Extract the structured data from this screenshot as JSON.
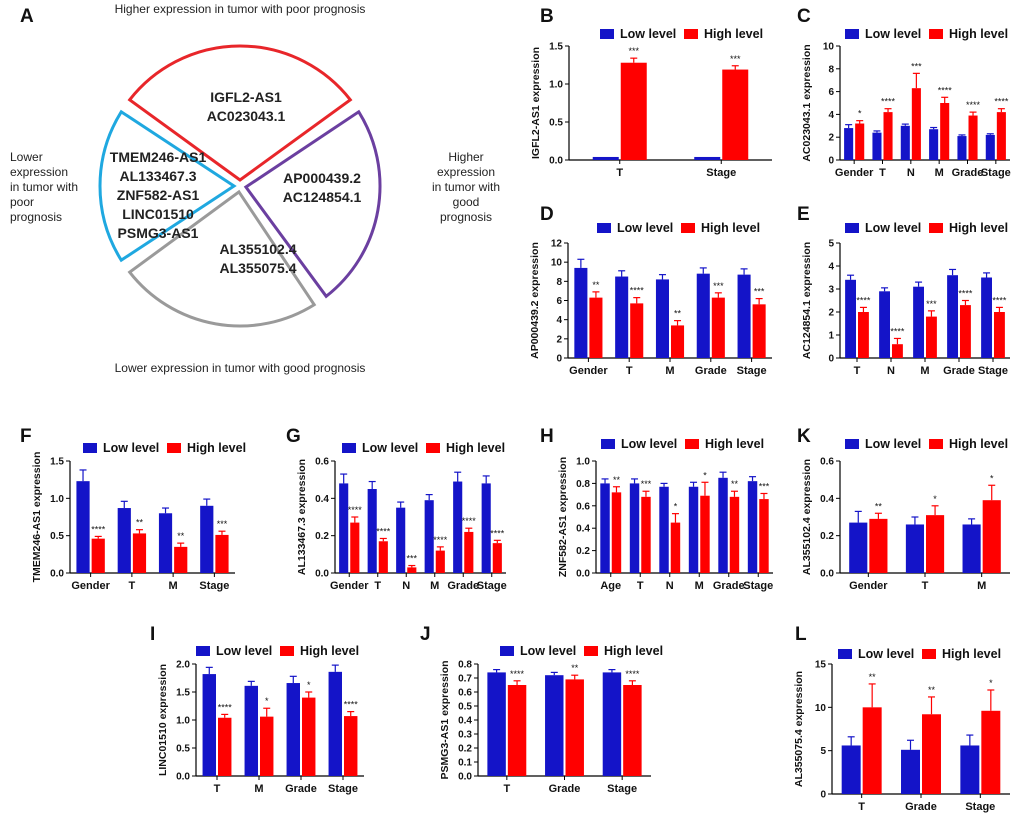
{
  "colors": {
    "low": "#1414C8",
    "high": "#FF0000",
    "red": "#E8262A",
    "purple": "#6B3FA0",
    "cyan": "#1FA8E0",
    "grey": "#9A9A9A"
  },
  "panel_a": {
    "letter": "A",
    "top_label": "Higher expression in tumor with poor prognosis",
    "left_label": [
      "Lower",
      "expression",
      "in tumor with",
      "poor",
      "prognosis"
    ],
    "right_label": [
      "Higher",
      "expression",
      "in tumor with",
      "good",
      "prognosis"
    ],
    "bottom_label": "Lower expression in tumor with good prognosis",
    "top_genes": [
      "IGFL2-AS1",
      "AC023043.1"
    ],
    "left_genes": [
      "TMEM246-AS1",
      "AL133467.3",
      "ZNF582-AS1",
      "LINC01510",
      "PSMG3-AS1"
    ],
    "right_genes": [
      "AP000439.2",
      "AC124854.1"
    ],
    "bottom_genes": [
      "AL355102.4",
      "AL355075.4"
    ]
  },
  "chart_data": [
    {
      "letter": "B",
      "type": "bar",
      "legend": [
        "Low level",
        "High level"
      ],
      "ylabel": "IGFL2-AS1 expression",
      "ylim": [
        0,
        1.5
      ],
      "yticks": [
        "0.0",
        "0.5",
        "1.0",
        "1.5"
      ],
      "categories": [
        "T",
        "Stage"
      ],
      "series": [
        {
          "name": "Low level",
          "values": [
            0.04,
            0.04
          ]
        },
        {
          "name": "High level",
          "values": [
            1.28,
            1.19
          ],
          "errors": [
            0.06,
            0.05
          ]
        }
      ],
      "significance": [
        "***",
        "***"
      ]
    },
    {
      "letter": "C",
      "type": "bar",
      "legend": [
        "Low level",
        "High level"
      ],
      "ylabel": "AC023043.1 expression",
      "ylim": [
        0,
        10
      ],
      "yticks": [
        "0",
        "2",
        "4",
        "6",
        "8",
        "10"
      ],
      "categories": [
        "Gender",
        "T",
        "N",
        "M",
        "Grade",
        "Stage"
      ],
      "series": [
        {
          "name": "Low level",
          "values": [
            2.8,
            2.4,
            3.0,
            2.7,
            2.1,
            2.2
          ],
          "errors": [
            0.3,
            0.15,
            0.15,
            0.15,
            0.1,
            0.1
          ]
        },
        {
          "name": "High level",
          "values": [
            3.2,
            4.2,
            6.3,
            5.0,
            3.9,
            4.2
          ],
          "errors": [
            0.25,
            0.3,
            1.3,
            0.5,
            0.3,
            0.3
          ]
        }
      ],
      "significance": [
        "*",
        "****",
        "***",
        "****",
        "****",
        "****"
      ]
    },
    {
      "letter": "D",
      "type": "bar",
      "legend": [
        "Low level",
        "High level"
      ],
      "ylabel": "AP000439.2 expression",
      "ylim": [
        0,
        12
      ],
      "yticks": [
        "0",
        "2",
        "4",
        "6",
        "8",
        "10",
        "12"
      ],
      "categories": [
        "Gender",
        "T",
        "M",
        "Grade",
        "Stage"
      ],
      "series": [
        {
          "name": "Low level",
          "values": [
            9.4,
            8.5,
            8.2,
            8.8,
            8.7
          ],
          "errors": [
            0.9,
            0.6,
            0.5,
            0.6,
            0.6
          ]
        },
        {
          "name": "High level",
          "values": [
            6.3,
            5.7,
            3.4,
            6.3,
            5.6
          ],
          "errors": [
            0.6,
            0.6,
            0.5,
            0.5,
            0.6
          ]
        }
      ],
      "significance": [
        "**",
        "****",
        "**",
        "***",
        "***"
      ]
    },
    {
      "letter": "E",
      "type": "bar",
      "legend": [
        "Low level",
        "High level"
      ],
      "ylabel": "AC124854.1 expression",
      "ylim": [
        0,
        5
      ],
      "yticks": [
        "0",
        "1",
        "2",
        "3",
        "4",
        "5"
      ],
      "categories": [
        "T",
        "N",
        "M",
        "Grade",
        "Stage"
      ],
      "series": [
        {
          "name": "Low level",
          "values": [
            3.4,
            2.9,
            3.1,
            3.6,
            3.5
          ],
          "errors": [
            0.2,
            0.15,
            0.2,
            0.25,
            0.2
          ]
        },
        {
          "name": "High level",
          "values": [
            2.0,
            0.6,
            1.8,
            2.3,
            2.0
          ],
          "errors": [
            0.2,
            0.25,
            0.25,
            0.2,
            0.2
          ]
        }
      ],
      "significance": [
        "****",
        "****",
        "***",
        "****",
        "****"
      ]
    },
    {
      "letter": "F",
      "type": "bar",
      "legend": [
        "Low level",
        "High level"
      ],
      "ylabel": "TMEM246-AS1 expression",
      "ylim": [
        0,
        1.5
      ],
      "yticks": [
        "0.0",
        "0.5",
        "1.0",
        "1.5"
      ],
      "categories": [
        "Gender",
        "T",
        "M",
        "Stage"
      ],
      "series": [
        {
          "name": "Low level",
          "values": [
            1.23,
            0.87,
            0.8,
            0.9
          ],
          "errors": [
            0.15,
            0.09,
            0.07,
            0.09
          ]
        },
        {
          "name": "High level",
          "values": [
            0.46,
            0.53,
            0.35,
            0.51
          ],
          "errors": [
            0.03,
            0.05,
            0.05,
            0.05
          ]
        }
      ],
      "significance": [
        "****",
        "**",
        "**",
        "***"
      ]
    },
    {
      "letter": "G",
      "type": "bar",
      "legend": [
        "Low level",
        "High level"
      ],
      "ylabel": "AL133467.3 expression",
      "ylim": [
        0,
        0.6
      ],
      "yticks": [
        "0.0",
        "0.2",
        "0.4",
        "0.6"
      ],
      "categories": [
        "Gender",
        "T",
        "N",
        "M",
        "Grade",
        "Stage"
      ],
      "series": [
        {
          "name": "Low level",
          "values": [
            0.48,
            0.45,
            0.35,
            0.39,
            0.49,
            0.48
          ],
          "errors": [
            0.05,
            0.04,
            0.03,
            0.03,
            0.05,
            0.04
          ]
        },
        {
          "name": "High level",
          "values": [
            0.27,
            0.17,
            0.03,
            0.12,
            0.22,
            0.16
          ],
          "errors": [
            0.03,
            0.015,
            0.01,
            0.02,
            0.02,
            0.015
          ]
        }
      ],
      "significance": [
        "****",
        "****",
        "***",
        "****",
        "****",
        "****"
      ]
    },
    {
      "letter": "H",
      "type": "bar",
      "legend": [
        "Low level",
        "High level"
      ],
      "ylabel": "ZNF582-AS1 expression",
      "ylim": [
        0,
        1.0
      ],
      "yticks": [
        "0.0",
        "0.2",
        "0.4",
        "0.6",
        "0.8",
        "1.0"
      ],
      "categories": [
        "Age",
        "T",
        "N",
        "M",
        "Grade",
        "Stage"
      ],
      "series": [
        {
          "name": "Low level",
          "values": [
            0.8,
            0.8,
            0.77,
            0.77,
            0.85,
            0.82
          ],
          "errors": [
            0.04,
            0.04,
            0.03,
            0.04,
            0.05,
            0.04
          ]
        },
        {
          "name": "High level",
          "values": [
            0.72,
            0.68,
            0.45,
            0.69,
            0.68,
            0.66
          ],
          "errors": [
            0.05,
            0.05,
            0.08,
            0.12,
            0.05,
            0.05
          ]
        }
      ],
      "significance": [
        "**",
        "***",
        "*",
        "*",
        "**",
        "***"
      ]
    },
    {
      "letter": "K",
      "type": "bar",
      "legend": [
        "Low level",
        "High level"
      ],
      "ylabel": "AL355102.4 expression",
      "ylim": [
        0,
        0.6
      ],
      "yticks": [
        "0.0",
        "0.2",
        "0.4",
        "0.6"
      ],
      "categories": [
        "Gender",
        "T",
        "M"
      ],
      "series": [
        {
          "name": "Low level",
          "values": [
            0.27,
            0.26,
            0.26
          ],
          "errors": [
            0.06,
            0.04,
            0.03
          ]
        },
        {
          "name": "High level",
          "values": [
            0.29,
            0.31,
            0.39
          ],
          "errors": [
            0.03,
            0.05,
            0.08
          ]
        }
      ],
      "significance": [
        "**",
        "*",
        "*"
      ]
    },
    {
      "letter": "I",
      "type": "bar",
      "legend": [
        "Low level",
        "High level"
      ],
      "ylabel": "LINC01510 expression",
      "ylim": [
        0,
        2.0
      ],
      "yticks": [
        "0.0",
        "0.5",
        "1.0",
        "1.5",
        "2.0"
      ],
      "categories": [
        "T",
        "M",
        "Grade",
        "Stage"
      ],
      "series": [
        {
          "name": "Low level",
          "values": [
            1.82,
            1.61,
            1.66,
            1.86
          ],
          "errors": [
            0.12,
            0.08,
            0.12,
            0.12
          ]
        },
        {
          "name": "High level",
          "values": [
            1.04,
            1.06,
            1.4,
            1.07
          ],
          "errors": [
            0.06,
            0.15,
            0.1,
            0.08
          ]
        }
      ],
      "significance": [
        "****",
        "*",
        "*",
        "****"
      ]
    },
    {
      "letter": "J",
      "type": "bar",
      "legend": [
        "Low level",
        "High level"
      ],
      "ylabel": "PSMG3-AS1 expression",
      "ylim": [
        0,
        0.8
      ],
      "yticks": [
        "0.0",
        "0.1",
        "0.2",
        "0.3",
        "0.4",
        "0.5",
        "0.6",
        "0.7",
        "0.8"
      ],
      "categories": [
        "T",
        "Grade",
        "Stage"
      ],
      "series": [
        {
          "name": "Low level",
          "values": [
            0.74,
            0.72,
            0.74
          ],
          "errors": [
            0.02,
            0.02,
            0.02
          ]
        },
        {
          "name": "High level",
          "values": [
            0.65,
            0.69,
            0.65
          ],
          "errors": [
            0.03,
            0.03,
            0.03
          ]
        }
      ],
      "significance": [
        "****",
        "**",
        "****"
      ]
    },
    {
      "letter": "L",
      "type": "bar",
      "legend": [
        "Low level",
        "High level"
      ],
      "ylabel": "AL355075.4 expression",
      "ylim": [
        0,
        15
      ],
      "yticks": [
        "0",
        "5",
        "10",
        "15"
      ],
      "categories": [
        "T",
        "Grade",
        "Stage"
      ],
      "series": [
        {
          "name": "Low level",
          "values": [
            5.6,
            5.1,
            5.6
          ],
          "errors": [
            1.0,
            1.1,
            1.2
          ]
        },
        {
          "name": "High level",
          "values": [
            10.0,
            9.2,
            9.6
          ],
          "errors": [
            2.7,
            2.0,
            2.4
          ]
        }
      ],
      "significance": [
        "**",
        "**",
        "*"
      ]
    }
  ]
}
